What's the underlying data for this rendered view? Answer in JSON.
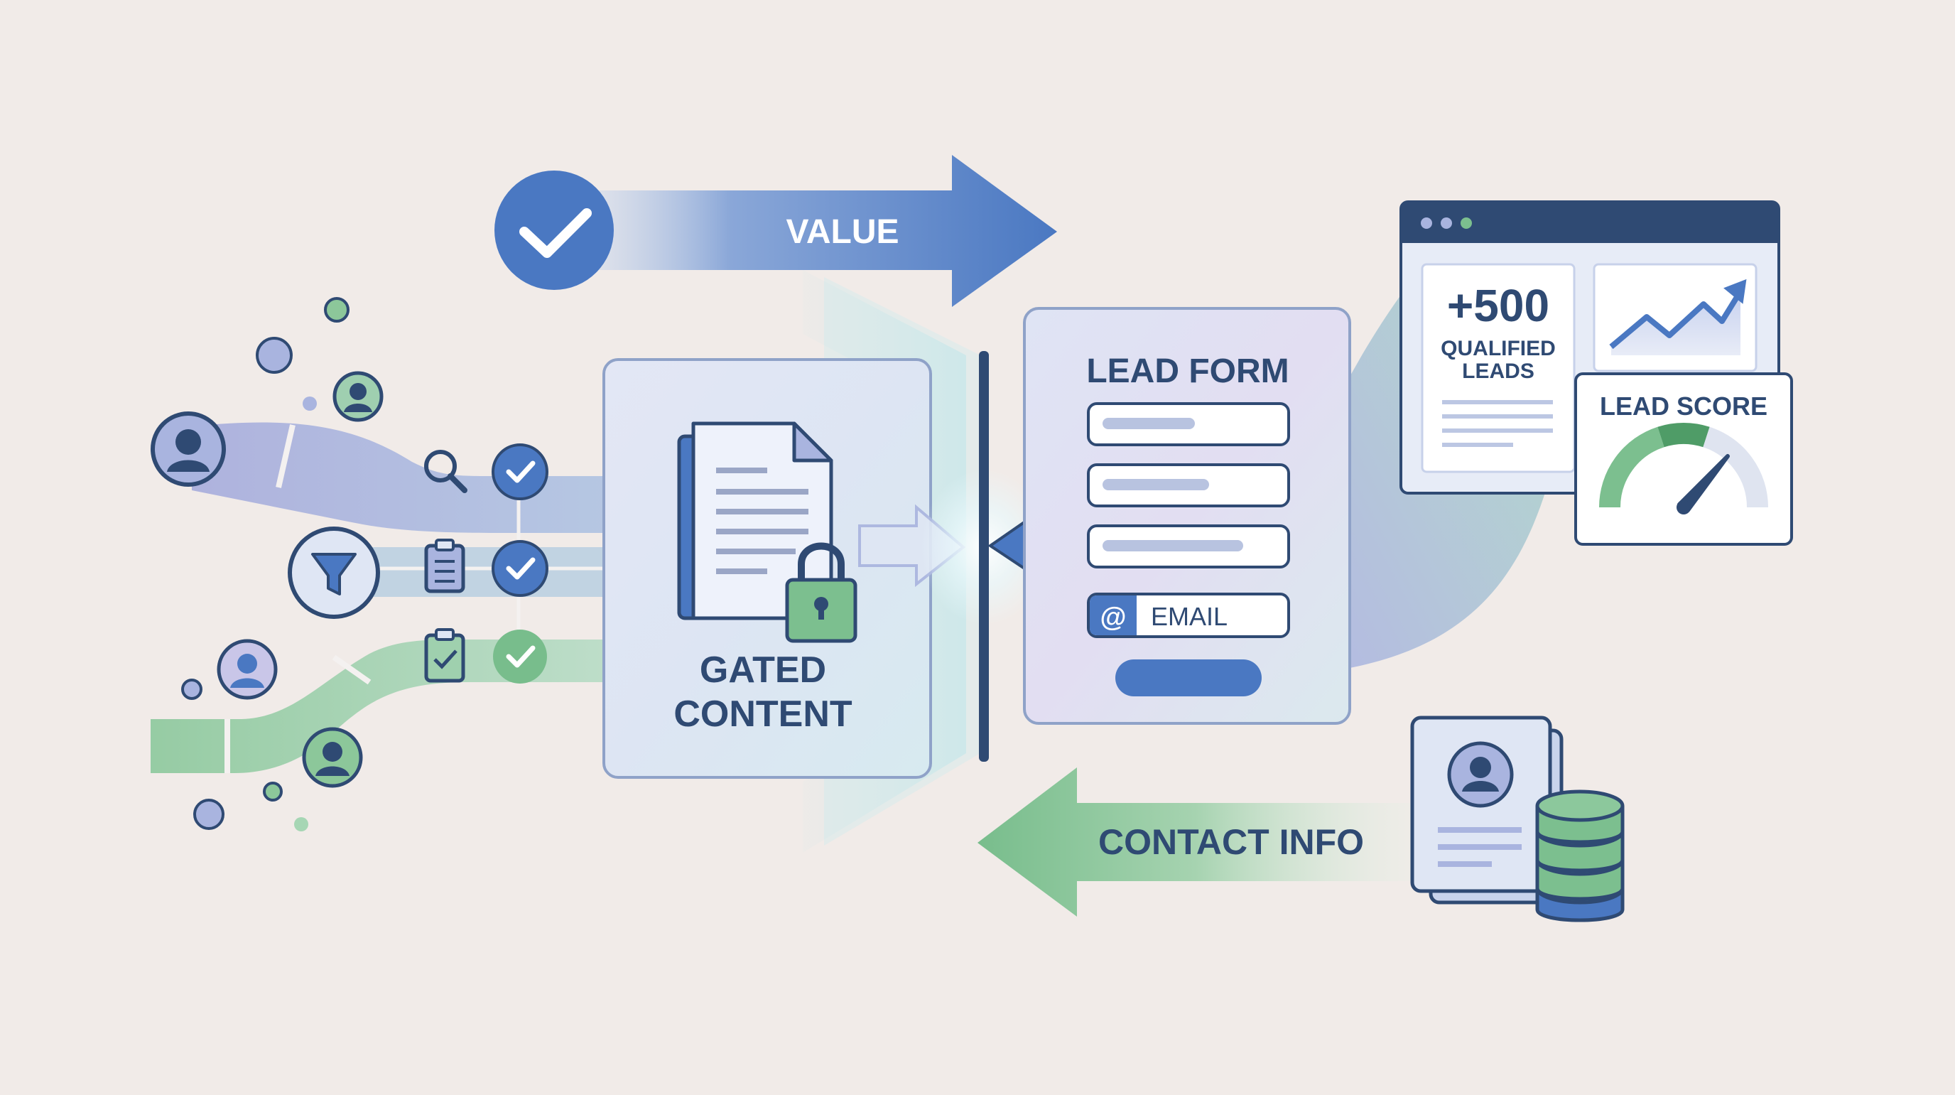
{
  "flow": {
    "value_label": "VALUE",
    "contact_label": "CONTACT INFO"
  },
  "gated": {
    "title_line1": "GATED",
    "title_line2": "CONTENT"
  },
  "form": {
    "title": "LEAD FORM",
    "email_symbol": "@",
    "email_label": "EMAIL"
  },
  "dashboard": {
    "stat_value": "+500",
    "stat_line1": "QUALIFIED",
    "stat_line2": "LEADS"
  },
  "score": {
    "title": "LEAD SCORE"
  },
  "colors": {
    "background": "#f1ebe8",
    "navy": "#2f4a73",
    "blue": "#4f7bc4",
    "green": "#7cbf8f",
    "lavender": "#a9b4df",
    "card": "#dfe6f1"
  }
}
